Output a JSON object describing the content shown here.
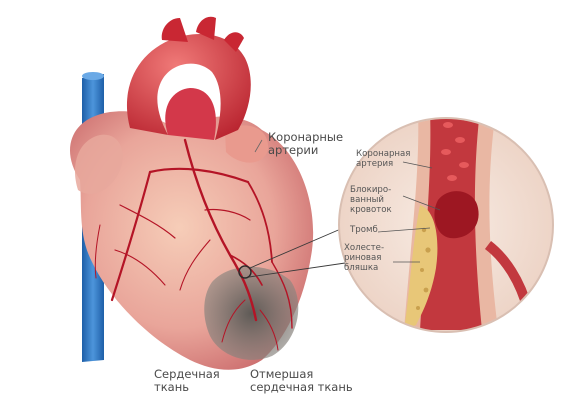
{
  "labels": {
    "coronary_arteries": "Коронарные\nартерии",
    "heart_tissue": "Сердечная\nткань",
    "dead_tissue": "Отмершая\nсердечная ткань"
  },
  "inset_labels": {
    "coronary_artery": "Коронарная\nартерия",
    "blocked_flow": "Блокиро-\nванный\nкровоток",
    "thrombus": "Тромб",
    "cholesterol_plaque": "Холесте-\nриновая\nбляшка"
  },
  "colors": {
    "heart": "#e9a59a",
    "artery": "#c0182a",
    "aorta": "#d8343f",
    "vein": "#2a74c2",
    "dead_tissue": "#6f6a65",
    "plaque": "#e8c778"
  }
}
